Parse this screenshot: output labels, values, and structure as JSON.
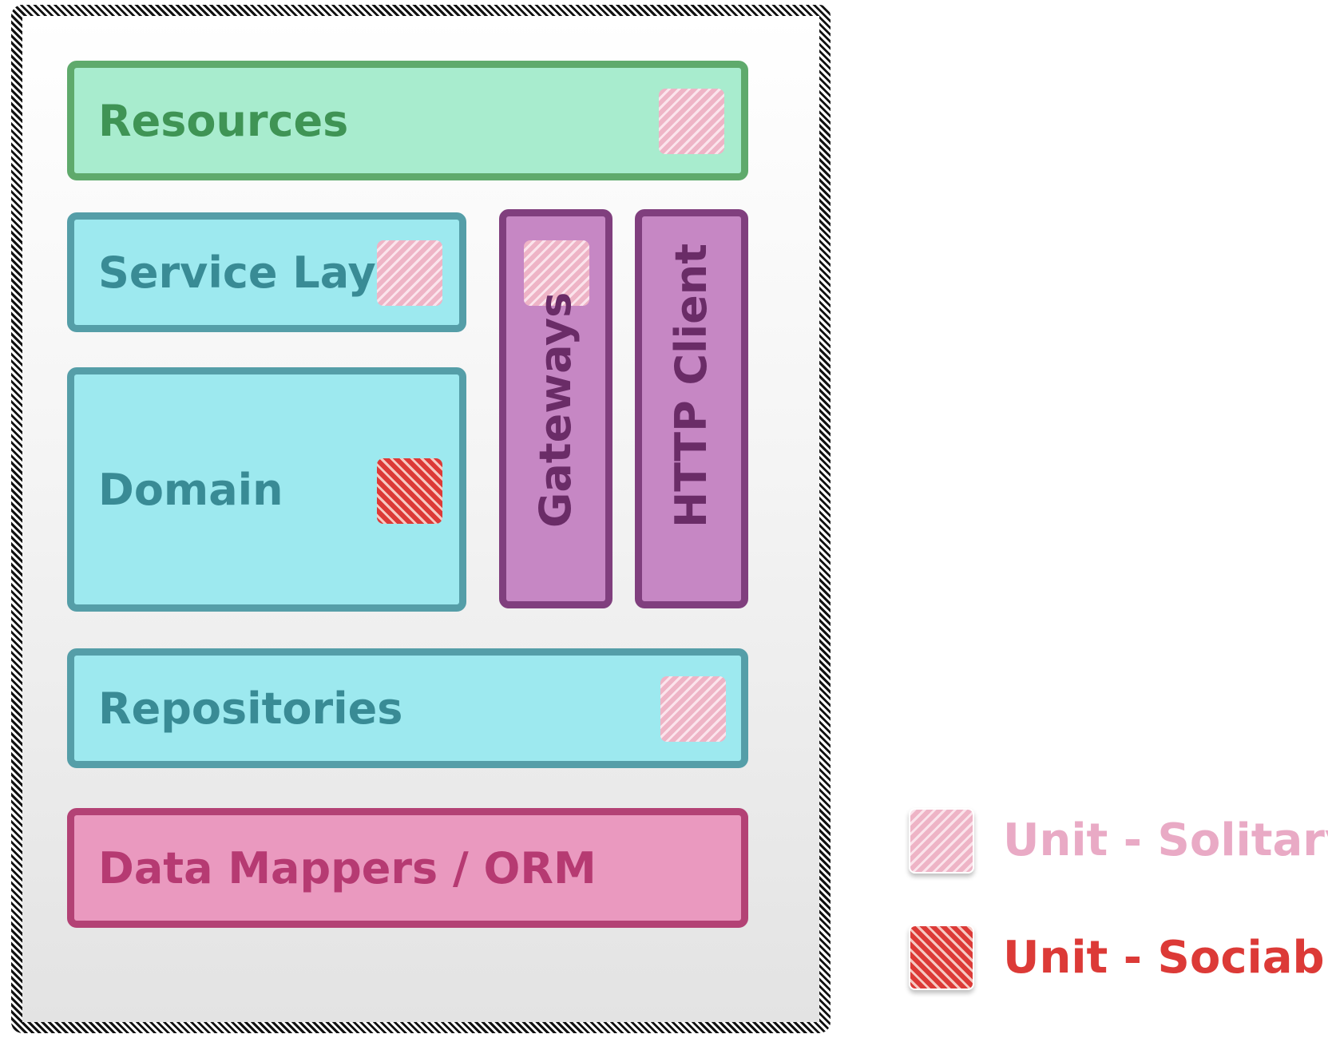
{
  "components": {
    "resources": "Resources",
    "service_layer": "Service Layer",
    "domain": "Domain",
    "gateways": "Gateways",
    "http_client": "HTTP Client",
    "repositories": "Repositories",
    "data_mappers": "Data Mappers / ORM"
  },
  "legend": {
    "solitary": "Unit - Solitary",
    "sociable": "Unit - Sociable"
  },
  "colors": {
    "resources_fill": "#a8ecce",
    "resources_border": "#5faa6c",
    "layer_fill": "#9de9ef",
    "layer_border": "#559ea8",
    "integration_fill": "#c687c4",
    "integration_border": "#803f7e",
    "persistence_fill": "#ea99bf",
    "persistence_border": "#b34275",
    "solitary_color": "#eeb4c6",
    "sociable_color": "#dc3a37"
  },
  "icons": {
    "solitary": "solitary-hatch-icon",
    "sociable": "sociable-hatch-icon"
  }
}
